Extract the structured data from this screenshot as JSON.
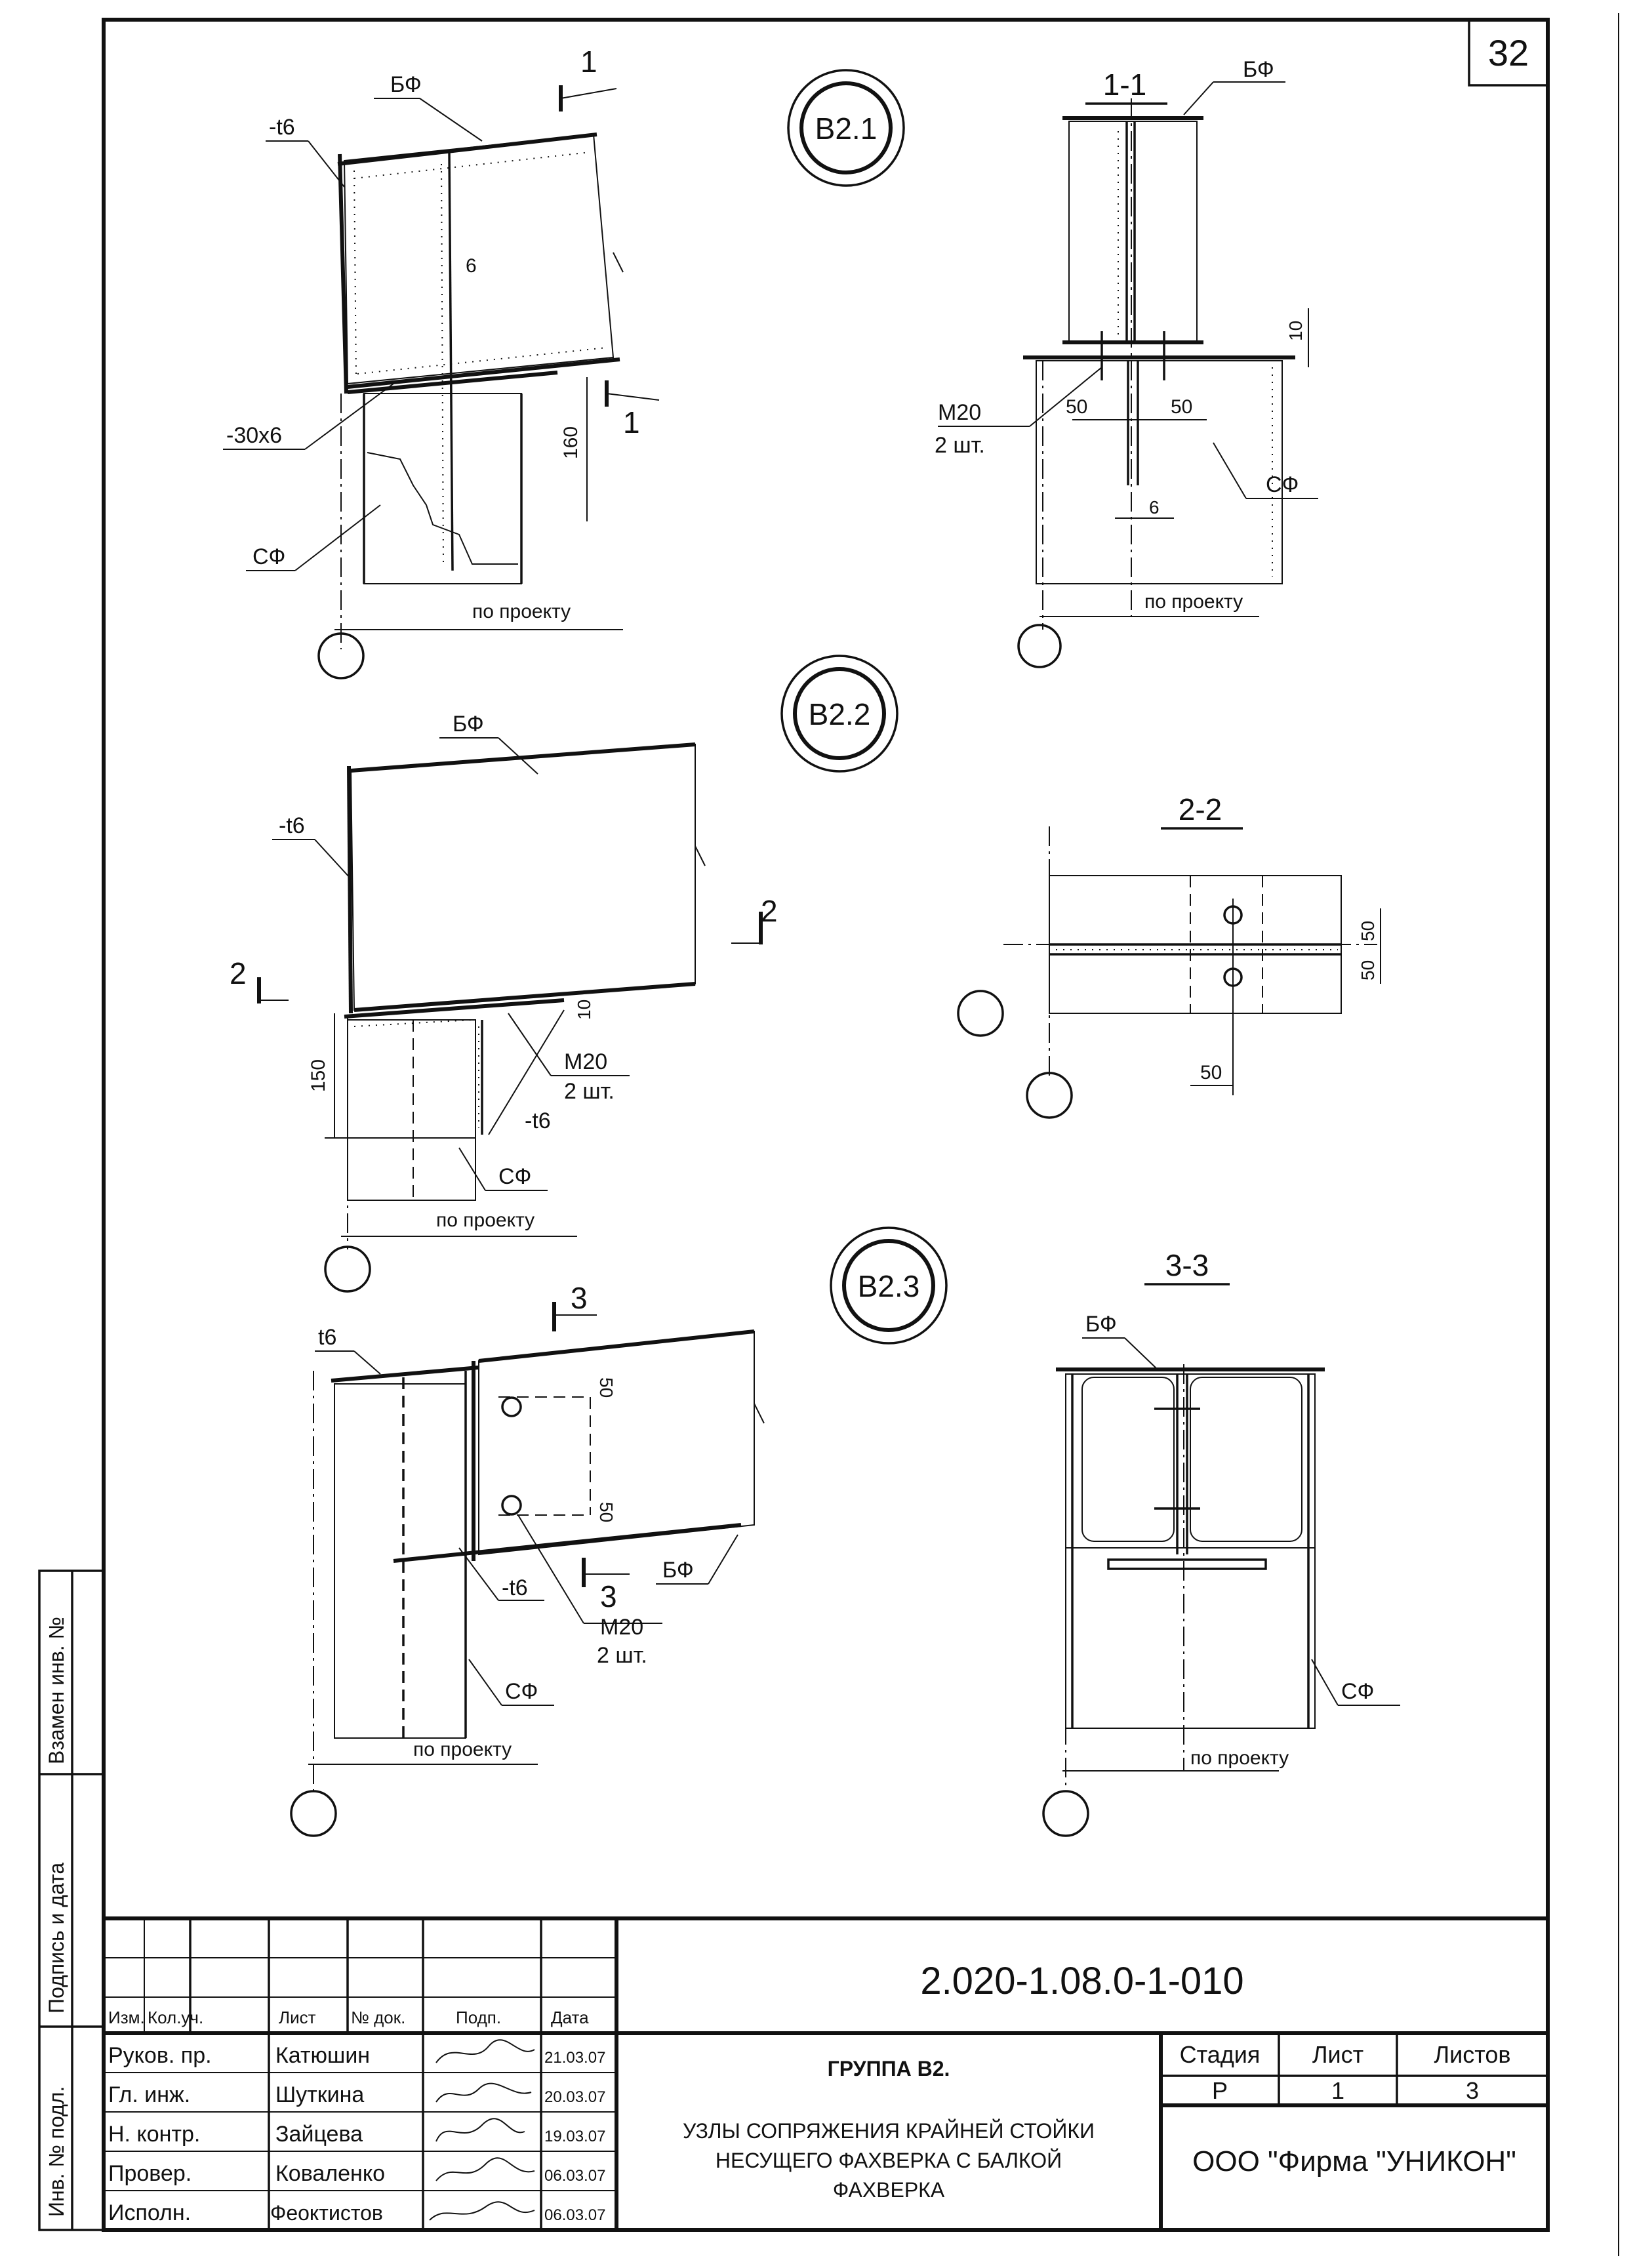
{
  "sheet_number": "32",
  "details": [
    {
      "id": "B2.1",
      "callout": "В2.1",
      "labels": {
        "beam": "БФ",
        "plate": "-t6",
        "strip": "-30х6",
        "column": "СФ",
        "weld": "6",
        "dim": "160",
        "ref": "по проекту",
        "section_mark": "1"
      }
    },
    {
      "id": "1-1",
      "title": "1-1",
      "labels": {
        "beam": "БФ",
        "column": "СФ",
        "bolt": "М20",
        "bolt_qty": "2 шт.",
        "dim_left": "50",
        "dim_right": "50",
        "dim_top": "10",
        "weld": "6",
        "ref": "по проекту"
      }
    },
    {
      "id": "B2.2",
      "callout": "В2.2",
      "labels": {
        "beam": "БФ",
        "plate": "-t6",
        "plate2": "-t6",
        "column": "СФ",
        "bolt": "М20",
        "bolt_qty": "2 шт.",
        "dim_height": "150",
        "dim_gap": "10",
        "ref": "по проекту",
        "section_mark": "2"
      }
    },
    {
      "id": "2-2",
      "title": "2-2",
      "labels": {
        "dim_a": "50",
        "dim_b": "50",
        "dim_c": "50"
      }
    },
    {
      "id": "B2.3",
      "callout": "В2.3",
      "labels": {
        "beam": "БФ",
        "plate": "t6",
        "plate2": "-t6",
        "column": "СФ",
        "bolt": "М20",
        "bolt_qty": "2 шт.",
        "dim_a": "50",
        "dim_b": "50",
        "ref": "по проекту",
        "section_mark": "3"
      }
    },
    {
      "id": "3-3",
      "title": "3-3",
      "labels": {
        "beam": "БФ",
        "column": "СФ",
        "ref": "по проекту"
      }
    }
  ],
  "side_stamp": {
    "col1": "Взамен инв. №",
    "col2": "Подпись и дата",
    "col3": "Инв. № подл."
  },
  "title_block": {
    "designation": "2.020-1.08.0-1-010",
    "header": [
      "Изм.",
      "Кол.уч.",
      "Лист",
      "№ док.",
      "Подп.",
      "Дата"
    ],
    "people": [
      {
        "role": "Руков. пр.",
        "name": "Катюшин",
        "date": "21.03.07"
      },
      {
        "role": "Гл. инж.",
        "name": "Шуткина",
        "date": "20.03.07"
      },
      {
        "role": "Н. контр.",
        "name": "Зайцева",
        "date": "19.03.07"
      },
      {
        "role": "Провер.",
        "name": "Коваленко",
        "date": "06.03.07"
      },
      {
        "role": "Исполн.",
        "name": "Феоктистов",
        "date": "06.03.07"
      }
    ],
    "group": "ГРУППА В2.",
    "description": [
      "УЗЛЫ СОПРЯЖЕНИЯ КРАЙНЕЙ СТОЙКИ",
      "НЕСУЩЕГО  ФАХВЕРКА С БАЛКОЙ",
      "ФАХВЕРКА"
    ],
    "stage_label": "Стадия",
    "sheet_label": "Лист",
    "sheets_label": "Листов",
    "stage": "Р",
    "sheet": "1",
    "sheets": "3",
    "company": "ООО  \"Фирма \"УНИКОН\""
  }
}
